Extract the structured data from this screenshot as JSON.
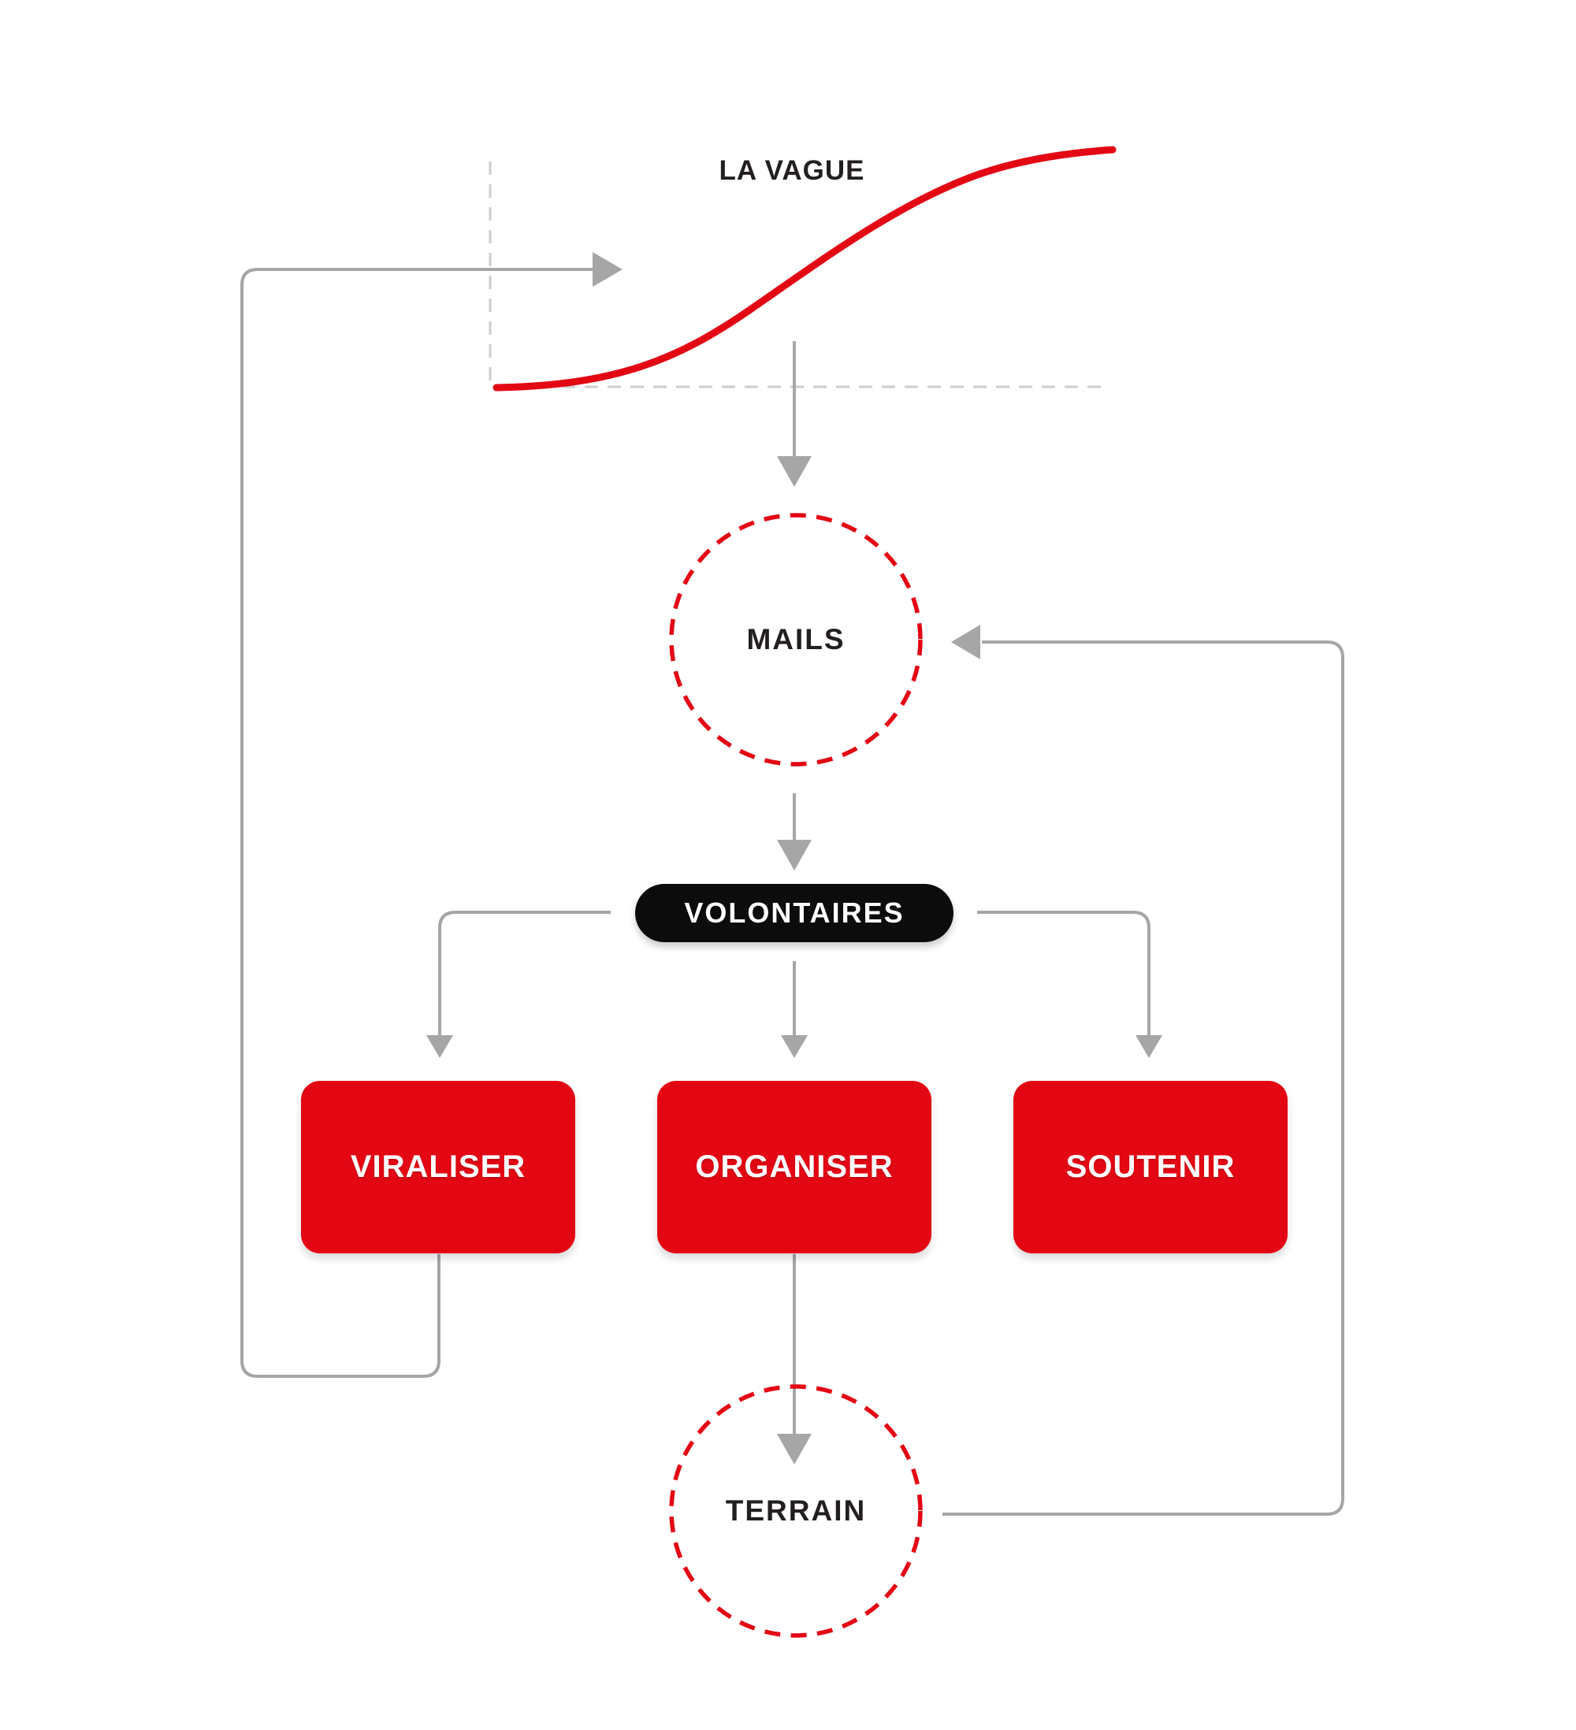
{
  "colors": {
    "red": "#e30613",
    "gray": "#a6a6a6",
    "dash_gray": "#cdcdcd",
    "ink": "#231f20",
    "pill_bg": "#0c0c0c",
    "white": "#ffffff"
  },
  "chart": {
    "title": "LA VAGUE",
    "type": "growth-curve"
  },
  "nodes": {
    "mails": {
      "label": "MAILS"
    },
    "volontaires": {
      "label": "VOLONTAIRES"
    },
    "viraliser": {
      "label": "VIRALISER"
    },
    "organiser": {
      "label": "ORGANISER"
    },
    "soutenir": {
      "label": "SOUTENIR"
    },
    "terrain": {
      "label": "TERRAIN"
    }
  }
}
